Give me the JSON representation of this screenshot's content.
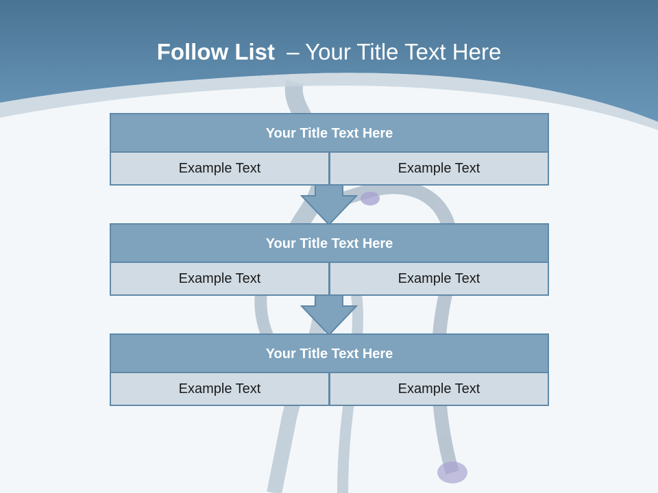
{
  "title": {
    "bold": "Follow List",
    "separator": "–",
    "rest": "Your Title Text Here"
  },
  "boxes": [
    {
      "heading": "Your Title Text Here",
      "left": "Example Text",
      "right": "Example Text"
    },
    {
      "heading": "Your Title Text Here",
      "left": "Example Text",
      "right": "Example Text"
    },
    {
      "heading": "Your Title Text Here",
      "left": "Example Text",
      "right": "Example Text"
    }
  ],
  "colors": {
    "header_band": "#5b86a8",
    "box_header": "#7fa3bd",
    "box_cell": "#d1dbe3",
    "border": "#5f88a8",
    "background": "#f3f7f9"
  }
}
